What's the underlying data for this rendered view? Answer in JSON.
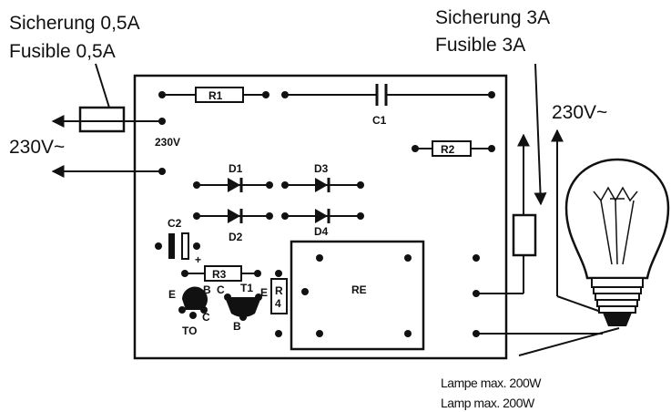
{
  "labels": {
    "fuse_left_de": "Sicherung 0,5A",
    "fuse_left_fr": "Fusible 0,5A",
    "fuse_right_de": "Sicherung 3A",
    "fuse_right_fr": "Fusible 3A",
    "mains_left": "230V~",
    "mains_right": "230V~",
    "board_230v": "230V",
    "lamp_de": "Lampe max. 200W",
    "lamp_en": "Lamp max. 200W"
  },
  "components": {
    "r1": "R1",
    "r2": "R2",
    "r3": "R3",
    "r4": "R",
    "r4b": "4",
    "c1": "C1",
    "c2": "C2",
    "c2_plus": "+",
    "d1": "D1",
    "d2": "D2",
    "d3": "D3",
    "d4": "D4",
    "t1": "T1",
    "re": "RE",
    "to_e": "E",
    "to_b": "B",
    "to_c": "C",
    "to_name": "TO",
    "t1_c": "C",
    "t1_e": "E",
    "t1_b": "B"
  }
}
